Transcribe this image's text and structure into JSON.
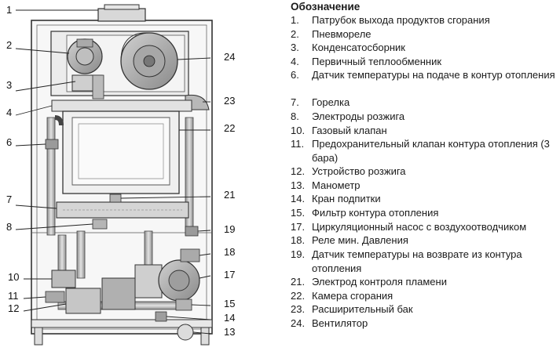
{
  "diagram": {
    "callouts": [
      {
        "id": "1",
        "label": "1"
      },
      {
        "id": "2",
        "label": "2"
      },
      {
        "id": "3",
        "label": "3"
      },
      {
        "id": "4",
        "label": "4"
      },
      {
        "id": "6",
        "label": "6"
      },
      {
        "id": "7",
        "label": "7"
      },
      {
        "id": "8",
        "label": "8"
      },
      {
        "id": "10",
        "label": "10"
      },
      {
        "id": "11",
        "label": "11"
      },
      {
        "id": "12",
        "label": "12"
      },
      {
        "id": "13",
        "label": "13"
      },
      {
        "id": "14",
        "label": "14"
      },
      {
        "id": "15",
        "label": "15"
      },
      {
        "id": "17",
        "label": "17"
      },
      {
        "id": "18",
        "label": "18"
      },
      {
        "id": "19",
        "label": "19"
      },
      {
        "id": "21",
        "label": "21"
      },
      {
        "id": "22",
        "label": "22"
      },
      {
        "id": "23",
        "label": "23"
      },
      {
        "id": "24",
        "label": "24"
      }
    ]
  },
  "legend": {
    "title": "Обозначение",
    "items": [
      {
        "num": "1.",
        "text": "Патрубок выхода продуктов сгорания"
      },
      {
        "num": "2.",
        "text": "Пневмореле"
      },
      {
        "num": "3.",
        "text": "Конденсатосборник"
      },
      {
        "num": "4.",
        "text": "Первичный теплообменник"
      },
      {
        "num": "6.",
        "text": "Датчик температуры на подаче в контур отопления"
      },
      {
        "num": "7.",
        "text": "Горелка"
      },
      {
        "num": "8.",
        "text": "Электроды розжига"
      },
      {
        "num": "10.",
        "text": "Газовый клапан"
      },
      {
        "num": "11.",
        "text": "Предохранительный клапан контура отопления (3 бара)"
      },
      {
        "num": "12.",
        "text": "Устройство розжига"
      },
      {
        "num": "13.",
        "text": "Манометр"
      },
      {
        "num": "14.",
        "text": "Кран подпитки"
      },
      {
        "num": "15.",
        "text": "Фильтр контура отопления"
      },
      {
        "num": "17.",
        "text": "Циркуляционный насос с воздухоотводчиком"
      },
      {
        "num": "18.",
        "text": "Реле мин. Давления"
      },
      {
        "num": "19.",
        "text": "Датчик температуры на возврате из контура отопления"
      },
      {
        "num": "21.",
        "text": "Электрод контроля пламени"
      },
      {
        "num": "22.",
        "text": "Камера сгорания"
      },
      {
        "num": "23.",
        "text": "Расширительный бак"
      },
      {
        "num": "24.",
        "text": "Вентилятор"
      }
    ]
  }
}
